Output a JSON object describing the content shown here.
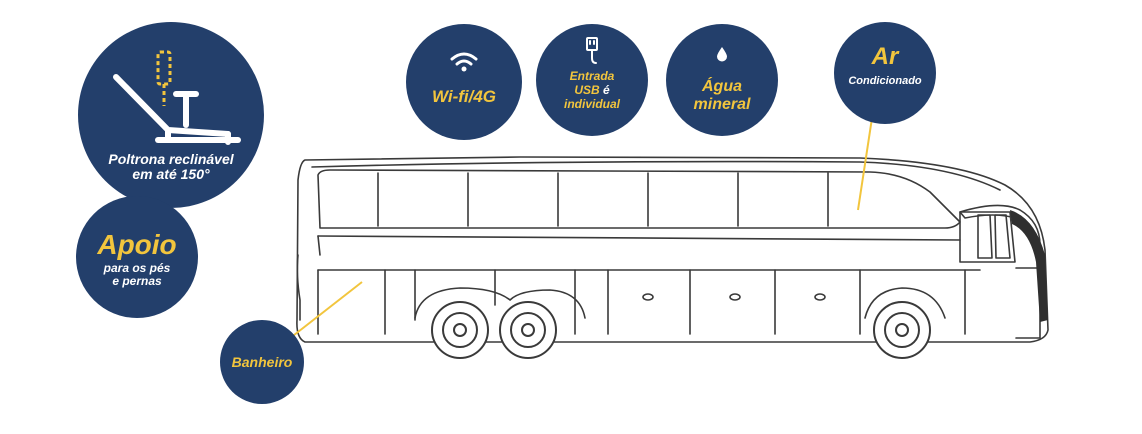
{
  "colors": {
    "circle": "#233f6b",
    "accent": "#f2c53d",
    "bus_outline": "#3a3a3a",
    "text_light": "#ffffff"
  },
  "features": {
    "poltrona": {
      "line1": "Poltrona reclinável",
      "line2": "em até 150°",
      "icon": "reclining-seat-icon"
    },
    "apoio": {
      "title": "Apoio",
      "line1": "para os pés",
      "line2": "e pernas"
    },
    "banheiro": {
      "label": "Banheiro"
    },
    "wifi": {
      "label": "Wi-fi/4G",
      "icon": "wifi-icon"
    },
    "usb": {
      "line1": "Entrada",
      "line2a": "USB",
      "line2b": "é",
      "line3": "individual",
      "icon": "usb-plug-icon"
    },
    "agua": {
      "line1": "Água",
      "line2": "mineral",
      "icon": "water-drop-icon"
    },
    "ar": {
      "title": "Ar",
      "subtitle": "Condicionado"
    }
  }
}
